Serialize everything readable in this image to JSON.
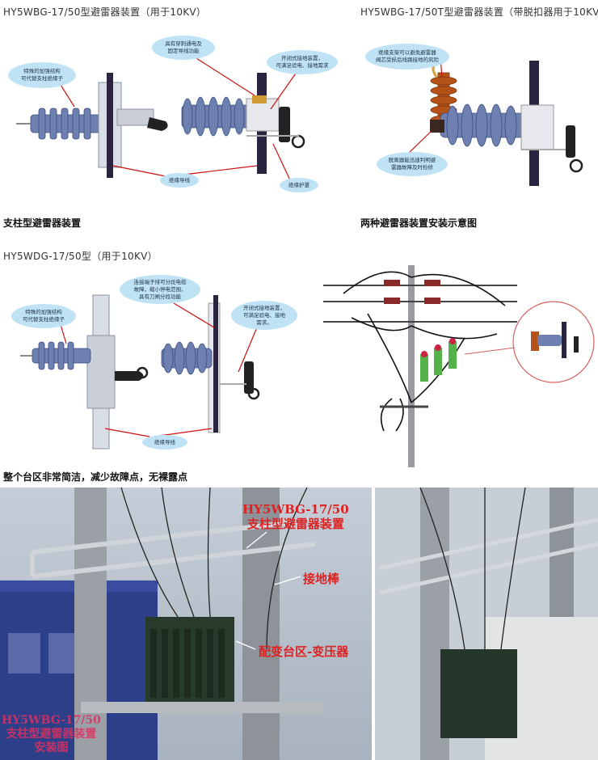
{
  "panel1": {
    "title": "HY5WBG-17/50型避雷器装置（用于10KV）",
    "caption": "支柱型避雷器装置",
    "bubbles": {
      "left": "特殊的加强结构\n可代替支柱绝缘子",
      "top": "具有穿刺通电及\n固定导线功能",
      "right": "开闭式接地装置，\n可满足验电、接地需求",
      "bottom": "绝缘导线",
      "cover": "绝缘护罩"
    }
  },
  "panel2": {
    "title": "HY5WBG-17/50T型避雷器装置（带脱扣器用于10KV）",
    "caption": "两种避雷器装置安装示意图",
    "bubbles": {
      "top": "绝缘支架可以避免避雷器\n阀芯受损后线路接地的风险",
      "bottom": "脱离器能迅速判明避\n雷器故障及时检修"
    }
  },
  "panel3": {
    "title": "HY5WDG-17/50型（用于10KV）",
    "caption": "整个台区非常简洁，减少故障点，无裸露点",
    "bubbles": {
      "left": "特殊的加强结构\n可代替支柱绝缘子",
      "top": "连接端子排可分段电缆\n故障，缩小停电范围，\n具有刀闸分段功能",
      "right": "开闭式接地装置，\n可满足验电、接地\n需求。",
      "bottom": "绝缘导线"
    }
  },
  "photo": {
    "label_main": "HY5WBG-17/50\n支柱型避雷器装置",
    "label_ground": "接地棒",
    "label_transformer": "配变台区-变压器",
    "label_corner": "HY5WBG-17/50\n支柱型避雷器装置\n安装图"
  },
  "colors": {
    "bubble": "#bfe3f5",
    "insulator": "#6e80b0",
    "arrow": "#cc1111",
    "bracket": "#2a2440",
    "caption_red": "#dd2222"
  }
}
